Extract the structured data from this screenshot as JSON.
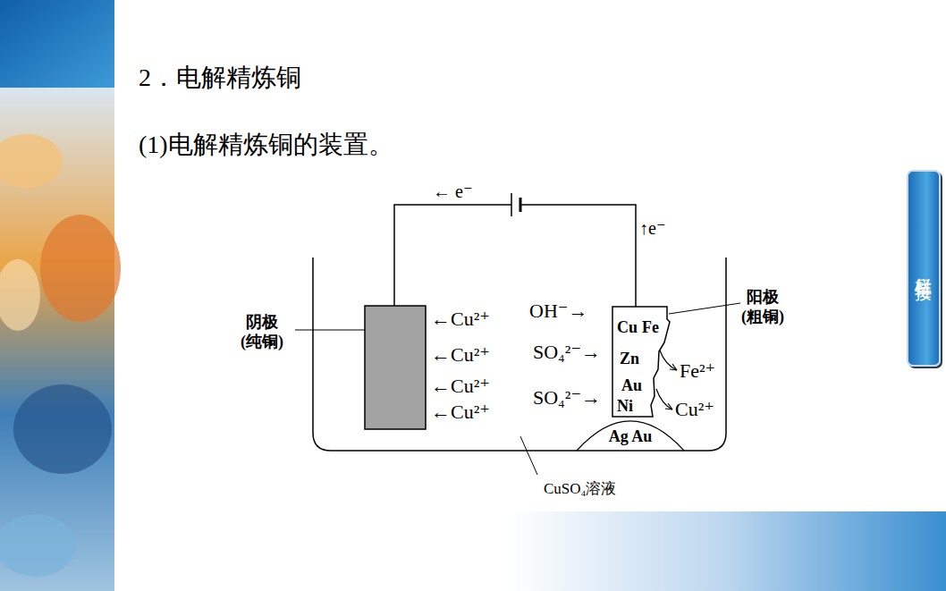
{
  "diagram": {
    "title": "2．电解精炼铜",
    "nodes": [
      {
        "text": [
          "Cu",
          "Fe",
          "Zn",
          "Au",
          "Ni"
        ]
      },
      {
        "text": [
          "Ag Au"
        ]
      },
      {
        "text": [
          "栏目链接"
        ]
      }
    ],
    "labels": [
      "(1)电解精炼铜的装置。",
      "← e⁻",
      "↑e⁻",
      "阴极 (纯铜)",
      "←Cu²⁺",
      "←Cu²⁺",
      "←Cu²⁺",
      "←Cu²⁺",
      "OH⁻→",
      "SO₄²⁻→",
      "SO₄²⁻→",
      "阳极 (粗铜)",
      "Fe²⁺",
      "Cu²⁺",
      "CuSO₄溶液"
    ]
  }
}
